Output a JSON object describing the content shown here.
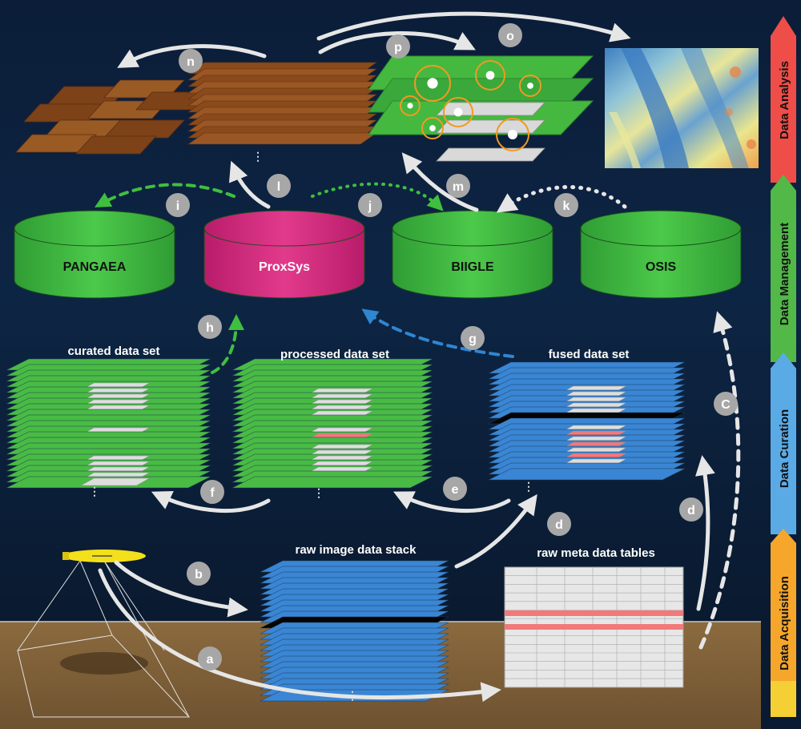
{
  "databases": {
    "pangaea": "PANGAEA",
    "proxsys": "ProxSys",
    "biigle": "BIIGLE",
    "osis": "OSIS"
  },
  "datasets": {
    "curated": "curated data set",
    "processed": "processed data set",
    "fused": "fused data set",
    "raw_image": "raw image data stack",
    "raw_meta": "raw meta data tables"
  },
  "steps": {
    "a": "a",
    "b": "b",
    "c": "C",
    "d1": "d",
    "d2": "d",
    "e": "e",
    "f": "f",
    "g": "g",
    "h": "h",
    "i": "i",
    "j": "j",
    "k": "k",
    "l": "l",
    "m": "m",
    "n": "n",
    "o": "o",
    "p": "p"
  },
  "stack_ellipsis": "⋮",
  "phases": {
    "acquisition": "Data Acquisition",
    "curation": "Data Curation",
    "management": "Data Management",
    "analysis": "Data Analysis"
  },
  "colors": {
    "green_db": "#37b33a",
    "pink_db": "#d6247e",
    "blue_stack": "#3a86d4",
    "brown_tiles": "#8a4a1c",
    "phase_acquisition": "#f7b52a",
    "phase_curation": "#5aa8e6",
    "phase_management": "#56b946",
    "phase_analysis": "#e8524a"
  }
}
